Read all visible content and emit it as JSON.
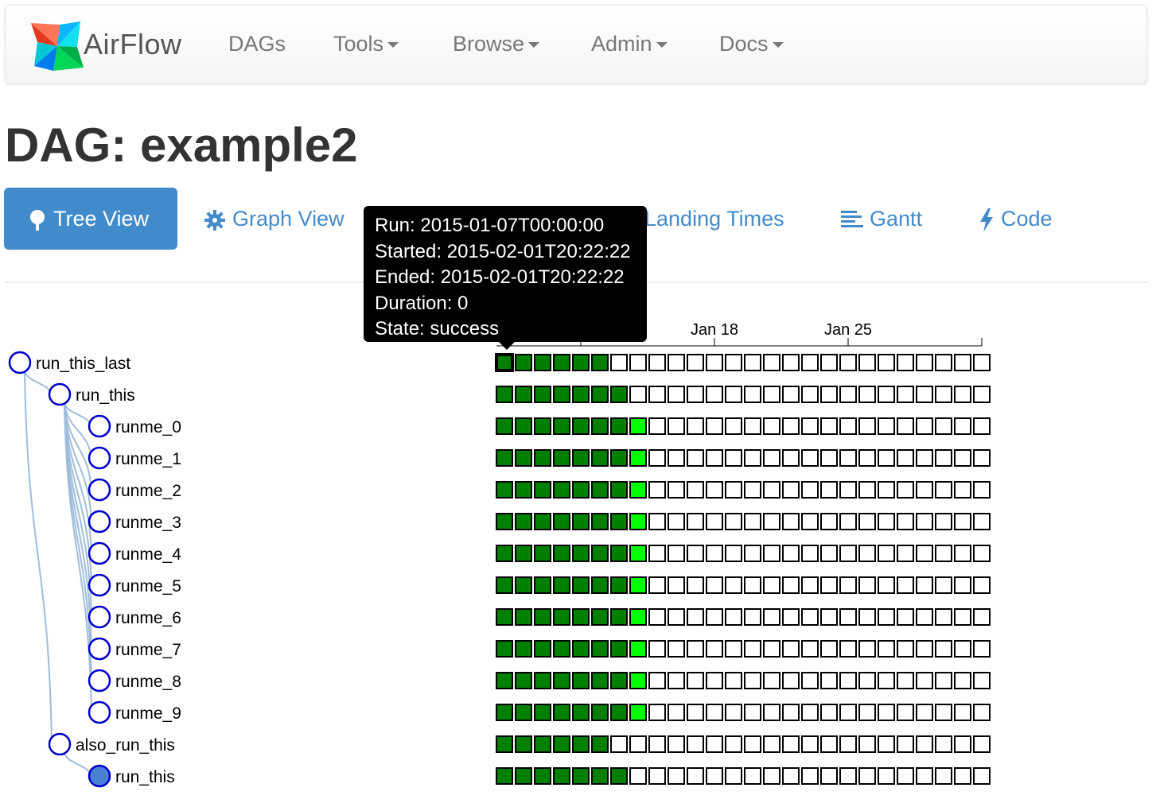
{
  "app": {
    "name": "AirFlow"
  },
  "nav": {
    "items": [
      {
        "label": "DAGs",
        "dropdown": false
      },
      {
        "label": "Tools",
        "dropdown": true
      },
      {
        "label": "Browse",
        "dropdown": true
      },
      {
        "label": "Admin",
        "dropdown": true
      },
      {
        "label": "Docs",
        "dropdown": true
      }
    ]
  },
  "page": {
    "title": "DAG: example2"
  },
  "tabs": [
    {
      "label": "Tree View",
      "icon": "tree-icon",
      "active": true
    },
    {
      "label": "Graph View",
      "icon": "gear-icon",
      "active": false
    },
    {
      "label": "Landing Times",
      "icon": "",
      "active": false
    },
    {
      "label": "Gantt",
      "icon": "align-left-icon",
      "active": false
    },
    {
      "label": "Code",
      "icon": "flash-icon",
      "active": false
    }
  ],
  "tooltip": {
    "run": "Run: 2015-01-07T00:00:00",
    "started": "Started: 2015-02-01T20:22:22",
    "ended": "Ended: 2015-02-01T20:22:22",
    "duration": "Duration: 0",
    "state": "State: success"
  },
  "colors": {
    "success": "#008000",
    "running": "#00ff00",
    "empty": "#ffffff",
    "node_stroke": "#0000cc",
    "node_fill_leaf": "#4a7fd4",
    "link": "#9fbddb",
    "primary": "#428bca"
  },
  "timeline": {
    "axis_labels": [
      "Jan 18",
      "Jan 25"
    ],
    "num_columns": 26,
    "highlighted": {
      "row": 0,
      "col": 0
    }
  },
  "tree": {
    "nodes": [
      {
        "label": "run_this_last",
        "depth": 0,
        "success": 6,
        "running": 0,
        "filled": false
      },
      {
        "label": "run_this",
        "depth": 1,
        "success": 7,
        "running": 0,
        "filled": false
      },
      {
        "label": "runme_0",
        "depth": 2,
        "success": 7,
        "running": 1,
        "filled": false
      },
      {
        "label": "runme_1",
        "depth": 2,
        "success": 7,
        "running": 1,
        "filled": false
      },
      {
        "label": "runme_2",
        "depth": 2,
        "success": 7,
        "running": 1,
        "filled": false
      },
      {
        "label": "runme_3",
        "depth": 2,
        "success": 7,
        "running": 1,
        "filled": false
      },
      {
        "label": "runme_4",
        "depth": 2,
        "success": 7,
        "running": 1,
        "filled": false
      },
      {
        "label": "runme_5",
        "depth": 2,
        "success": 7,
        "running": 1,
        "filled": false
      },
      {
        "label": "runme_6",
        "depth": 2,
        "success": 7,
        "running": 1,
        "filled": false
      },
      {
        "label": "runme_7",
        "depth": 2,
        "success": 7,
        "running": 1,
        "filled": false
      },
      {
        "label": "runme_8",
        "depth": 2,
        "success": 7,
        "running": 1,
        "filled": false
      },
      {
        "label": "runme_9",
        "depth": 2,
        "success": 7,
        "running": 1,
        "filled": false
      },
      {
        "label": "also_run_this",
        "depth": 1,
        "success": 6,
        "running": 0,
        "filled": false
      },
      {
        "label": "run_this",
        "depth": 2,
        "success": 7,
        "running": 0,
        "filled": true
      }
    ]
  }
}
